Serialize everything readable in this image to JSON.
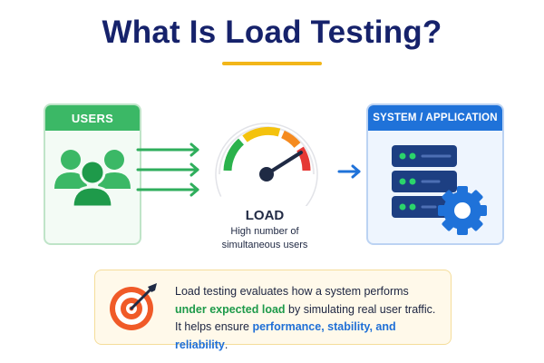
{
  "title": "What Is Load Testing?",
  "users_panel": {
    "label": "USERS"
  },
  "system_panel": {
    "label": "SYSTEM / APPLICATION"
  },
  "gauge": {
    "label": "LOAD",
    "sub_line1": "High number of",
    "sub_line2": "simultaneous users",
    "zone_colors": [
      "#2bb24c",
      "#f4c20d",
      "#f58a1f",
      "#e53935"
    ]
  },
  "info": {
    "line1": "Load testing evaluates how a system performs",
    "line2_highlight": "under expected load",
    "line2_rest": " by simulating real user traffic.",
    "line3_prefix": "It helps ensure ",
    "line3_highlight": "performance, stability, and reliability",
    "line3_suffix": "."
  },
  "colors": {
    "title": "#16226b",
    "underline": "#f2b619",
    "users_green": "#3bb866",
    "system_blue": "#1f72d9",
    "info_bg": "#fff9ea"
  }
}
